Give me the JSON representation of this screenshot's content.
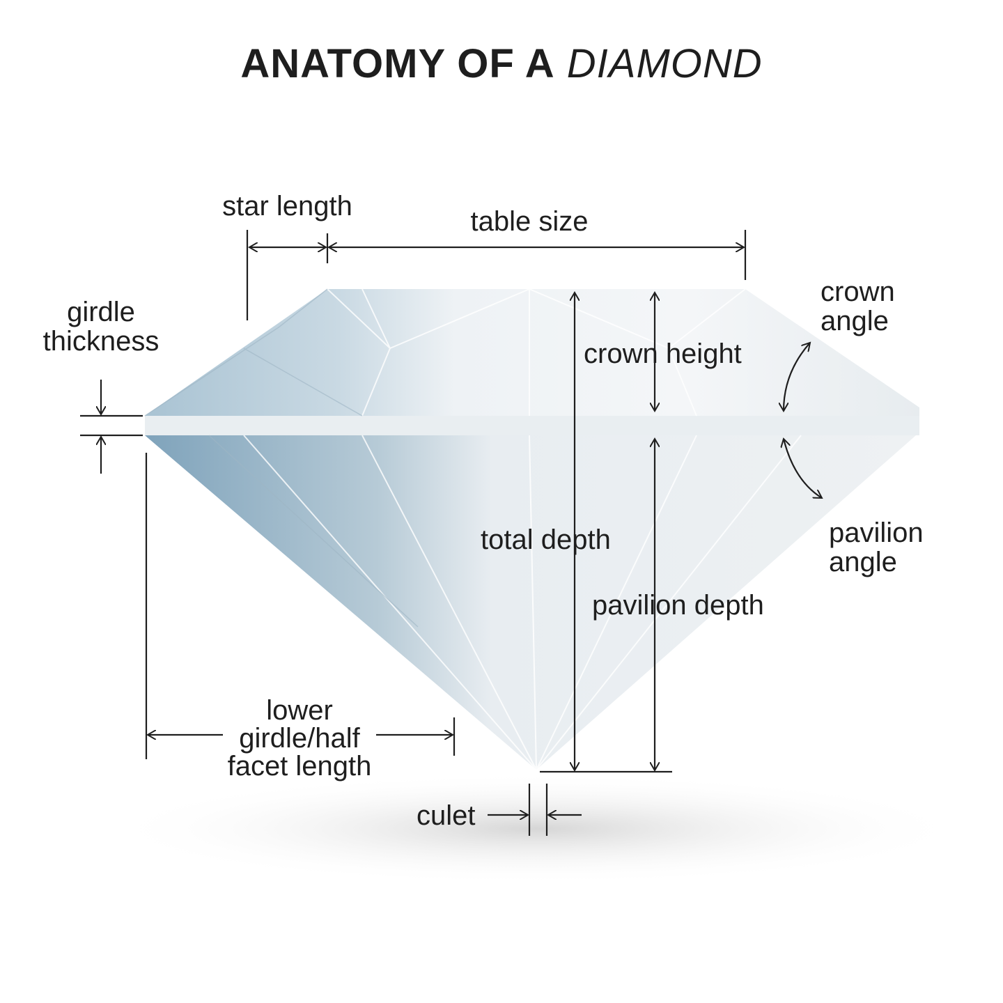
{
  "title": {
    "bold": "ANATOMY OF A",
    "italic": "DIAMOND"
  },
  "labels": {
    "star_length": "star length",
    "table_size": "table size",
    "girdle_thickness_1": "girdle",
    "girdle_thickness_2": "thickness",
    "crown_angle_1": "crown",
    "crown_angle_2": "angle",
    "crown_height": "crown height",
    "total_depth": "total depth",
    "pavilion_depth": "pavilion depth",
    "pavilion_angle_1": "pavilion",
    "pavilion_angle_2": "angle",
    "lower_girdle_1": "lower",
    "lower_girdle_2": "girdle/half",
    "lower_girdle_3": "facet length",
    "culet": "culet"
  }
}
